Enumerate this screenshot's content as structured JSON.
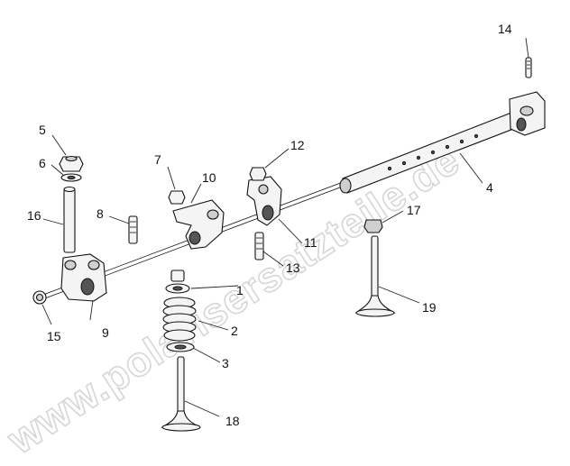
{
  "diagram": {
    "callouts": [
      "1",
      "2",
      "3",
      "4",
      "5",
      "6",
      "7",
      "8",
      "9",
      "10",
      "11",
      "12",
      "13",
      "14",
      "15",
      "16",
      "17",
      "18",
      "19"
    ]
  },
  "watermark": {
    "text": "www.polarisersatzteile.de",
    "color": "#d6d6d6"
  }
}
